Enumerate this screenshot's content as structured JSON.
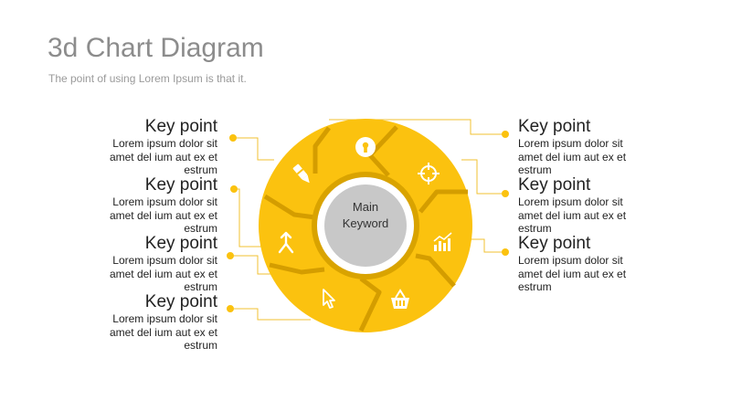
{
  "slide": {
    "title": "3d Chart Diagram",
    "subtitle": "The point of using Lorem Ipsum is that it."
  },
  "center": {
    "line1": "Main",
    "line2": "Keyword"
  },
  "colors": {
    "accent": "#fbc20f",
    "accent_dark": "#d9a300",
    "hub": "#c8c8c8",
    "connector": "#f1c232"
  },
  "segment_icons": [
    "keyhole-icon",
    "crosshair-icon",
    "bar-chart-icon",
    "basket-icon",
    "cursor-icon",
    "merge-arrow-icon",
    "pen-icon"
  ],
  "key_points": {
    "left": [
      {
        "heading": "Key point",
        "body": "Lorem ipsum dolor sit amet del ium aut ex et estrum"
      },
      {
        "heading": "Key point",
        "body": "Lorem ipsum dolor sit amet del ium aut ex et estrum"
      },
      {
        "heading": "Key point",
        "body": "Lorem ipsum dolor sit amet del ium aut ex et estrum"
      },
      {
        "heading": "Key point",
        "body": "Lorem ipsum dolor sit amet del ium aut ex et estrum"
      }
    ],
    "right": [
      {
        "heading": "Key point",
        "body": "Lorem ipsum dolor sit amet del ium aut ex et estrum"
      },
      {
        "heading": "Key point",
        "body": "Lorem ipsum dolor sit amet del ium aut ex et estrum"
      },
      {
        "heading": "Key point",
        "body": "Lorem ipsum dolor sit amet del ium aut ex et estrum"
      }
    ]
  }
}
